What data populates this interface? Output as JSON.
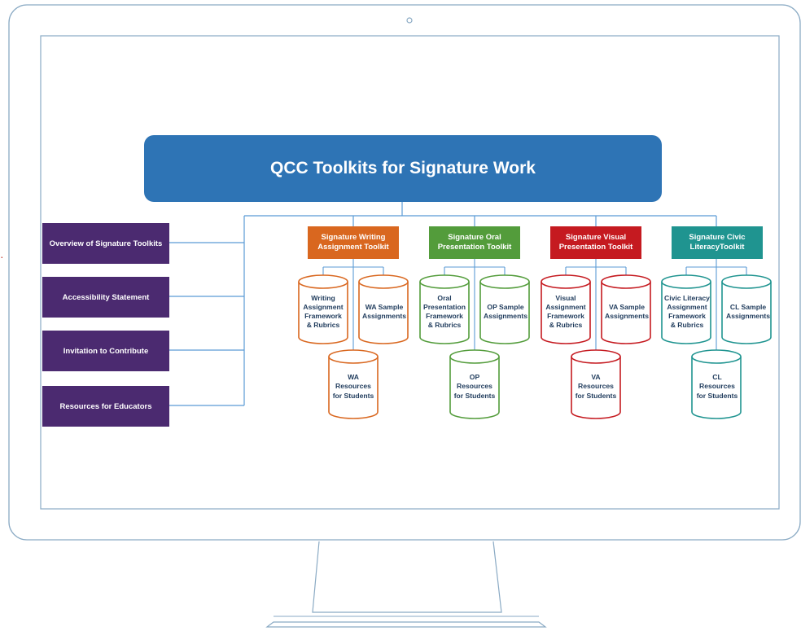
{
  "diagram": {
    "title": "QCC Toolkits for Signature Work",
    "side_links": [
      {
        "label": "Overview of Signature Toolkits"
      },
      {
        "label": "Accessibility Statement"
      },
      {
        "label": "Invitation to Contribute"
      },
      {
        "label": "Resources for Educators"
      }
    ],
    "toolkits": [
      {
        "label": "Signature Writing\nAssignment Toolkit",
        "color": "#d9671f",
        "items": [
          {
            "label": "Writing\nAssignment\nFramework\n& Rubrics"
          },
          {
            "label": "WA Sample\nAssignments"
          },
          {
            "label": "WA\nResources\nfor Students"
          }
        ]
      },
      {
        "label": "Signature Oral\nPresentation Toolkit",
        "color": "#539c3b",
        "items": [
          {
            "label": "Oral\nPresentation\nFramework\n& Rubrics"
          },
          {
            "label": "OP Sample\nAssignments"
          },
          {
            "label": "OP\nResources\nfor Students"
          }
        ]
      },
      {
        "label": "Signature Visual\nPresentation Toolkit",
        "color": "#c51a20",
        "items": [
          {
            "label": "Visual\nAssignment\nFramework\n& Rubrics"
          },
          {
            "label": "VA Sample\nAssignments"
          },
          {
            "label": "VA\nResources\nfor Students"
          }
        ]
      },
      {
        "label": "Signature Civic\nLiteracyToolkit",
        "color": "#1f9490",
        "items": [
          {
            "label": "Civic Literacy\nAssignment\nFramework\n& Rubrics"
          },
          {
            "label": "CL Sample\nAssignments"
          },
          {
            "label": "CL\nResources\nfor Students"
          }
        ]
      }
    ]
  },
  "colors": {
    "title_box": "#2e74b5",
    "side_box": "#4b2a70",
    "connector": "#5b9bd5",
    "monitor_outline": "#8aaac4"
  }
}
